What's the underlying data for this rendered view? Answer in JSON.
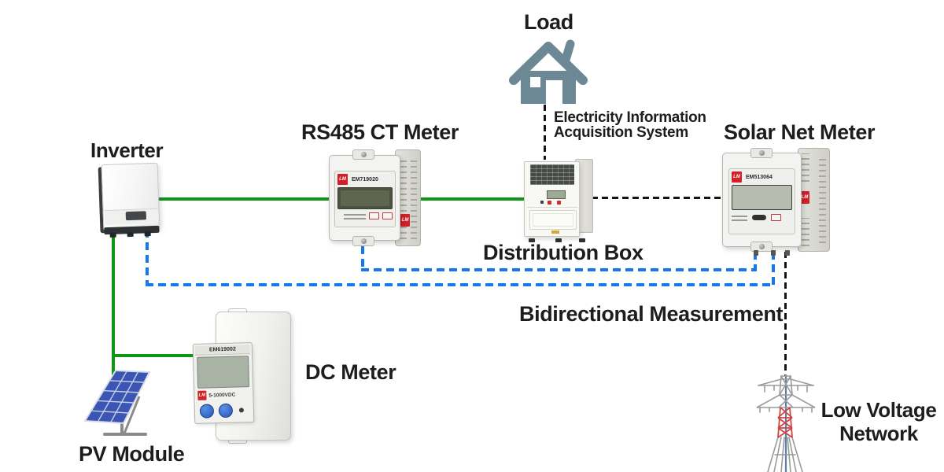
{
  "labels": {
    "inverter": "Inverter",
    "rs485_ct_meter": "RS485 CT Meter",
    "load": "Load",
    "acquisition_line1": "Electricity Information",
    "acquisition_line2": "Acquisition System",
    "solar_net_meter": "Solar Net Meter",
    "distribution_box": "Distribution Box",
    "bidirectional": "Bidirectional Measurement",
    "dc_meter": "DC Meter",
    "pv_module": "PV Module",
    "low_voltage_line1": "Low Voltage",
    "low_voltage_line2": "Network"
  },
  "models": {
    "rs485_meter": "EM719020",
    "solar_meter": "EM513064",
    "dc_meter": "EM619002",
    "dc_meter_range": "5-1000VDC",
    "brand_logo": "LM"
  },
  "colors": {
    "pv_wire_green": "#0e9714",
    "comm_wire_blue": "#1678ef",
    "grid_wire_black": "#141414",
    "icon_slate": "#6c8895",
    "tower_gray": "#9a9a9a",
    "tower_red": "#cc4545",
    "tower_blue": "#5b81a8",
    "logo_red": "#d22027"
  }
}
